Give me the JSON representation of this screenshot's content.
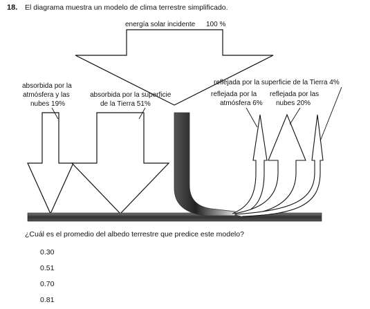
{
  "question": {
    "number": "18.",
    "text": "El diagrama muestra un modelo de clima terrestre simplificado.",
    "prompt": "¿Cuál es el promedio del albedo terrestre que predice este modelo?"
  },
  "diagram": {
    "incoming_label": "energía solar incidente",
    "incoming_value": "100 %",
    "absorbed_atmosphere": [
      "absorbida por la",
      "atmósfera y las",
      "nubes 19%"
    ],
    "absorbed_surface": [
      "absorbida por la superficie",
      "de la Tierra 51%"
    ],
    "reflected_surface": "reflejada por la superficie de la Tierra 4%",
    "reflected_atmosphere": [
      "reflejada por la",
      "atmósfera 6%"
    ],
    "reflected_clouds": [
      "reflejada por las",
      "nubes 20%"
    ]
  },
  "options": [
    "0.30",
    "0.51",
    "0.70",
    "0.81"
  ]
}
